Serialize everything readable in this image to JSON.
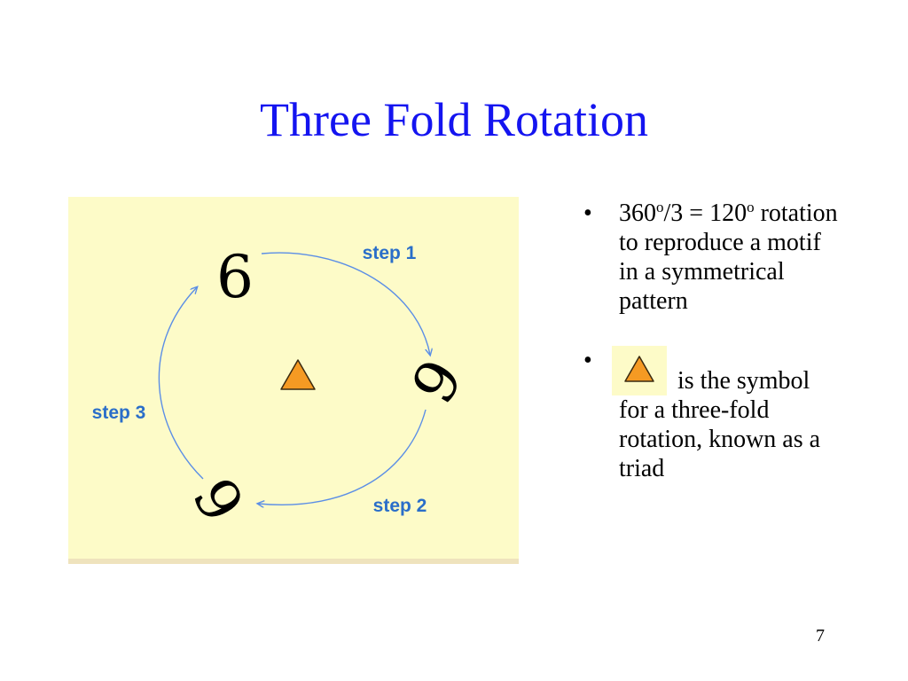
{
  "slide": {
    "title": "Three Fold Rotation",
    "page_number": "7"
  },
  "diagram": {
    "motif_glyph": "6",
    "step_labels": [
      "step 1",
      "step 2",
      "step 3"
    ],
    "center_symbol": "triad-triangle-icon",
    "colors": {
      "panel_background": "#fdfbc8",
      "arrow": "#5b8ee6",
      "step_label": "#2a6ec9",
      "triangle_fill": "#f59a23",
      "triangle_stroke": "#3a2a10",
      "motif": "#000000"
    }
  },
  "bullets": {
    "item1": {
      "marker": "•",
      "number_a": "360",
      "degree_a": "o",
      "middle": "/3 = 120",
      "degree_b": "o",
      "rest": " rotation to reproduce a motif in a symmetrical pattern"
    },
    "item2": {
      "marker": "•",
      "symbol": "triad-triangle-icon",
      "text": "is the symbol for a three-fold rotation, known as a triad"
    }
  },
  "colors": {
    "title": "#1414f0",
    "body_text": "#000000"
  }
}
